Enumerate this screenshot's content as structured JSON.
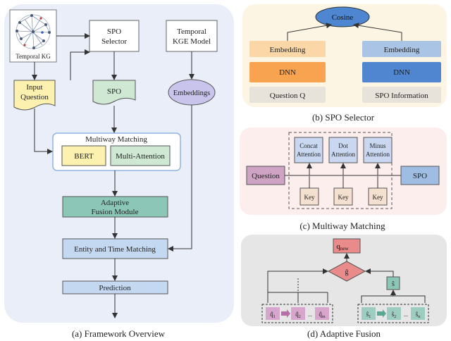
{
  "framework": {
    "kg_label": "Temporal KG",
    "spo_selector_l1": "SPO",
    "spo_selector_l2": "Selector",
    "kge_l1": "Temporal",
    "kge_l2": "KGE Model",
    "input_q_l1": "Input",
    "input_q_l2": "Question",
    "spo_doc": "SPO",
    "embeddings": "Embeddings",
    "multiway_title": "Multiway Matching",
    "bert": "BERT",
    "multi_attention": "Multi-Attention",
    "adaptive_l1": "Adaptive",
    "adaptive_l2": "Fusion Module",
    "entity_time": "Entity and Time Matching",
    "prediction": "Prediction",
    "caption": "(a) Framework Overview"
  },
  "spo_selector": {
    "cosine": "Cosine",
    "embedding_left": "Embedding",
    "embedding_right": "Embedding",
    "dnn_left": "DNN",
    "dnn_right": "DNN",
    "question": "Question Q",
    "spo_info": "SPO Information",
    "caption": "(b) SPO Selector"
  },
  "multiway": {
    "concat_l1": "Concat",
    "concat_l2": "Attention",
    "dot_l1": "Dot",
    "dot_l2": "Attention",
    "minus_l1": "Minus",
    "minus_l2": "Attention",
    "question": "Question",
    "spo": "SPO",
    "key": "Key",
    "caption": "(c) Multiway Matching"
  },
  "adaptive": {
    "q_new": "q",
    "q_new_sub": "new",
    "gate": "ĝ",
    "s_hat": "ŝ",
    "q1": "q̂",
    "q1_sub": "1",
    "q2": "q̂",
    "q2_sub": "2",
    "qm": "q̂",
    "qm_sub": "m",
    "s1": "ŝ",
    "s1_sub": "1",
    "s2": "ŝ",
    "s2_sub": "2",
    "sn": "ŝ",
    "sn_sub": "n",
    "dots": "...",
    "caption": "(d) Adaptive Fusion"
  },
  "colors": {
    "panel_a_bg": "#e9eef8",
    "panel_b_bg": "#fdf5e4",
    "panel_c_bg": "#fdeeee",
    "panel_d_bg": "#e6e6e6",
    "cosine": "#4e86d2",
    "emb_orange": "#fbd7a8",
    "dnn_orange": "#f7a34f",
    "emb_blue": "#a9c4e4",
    "dnn_blue": "#4f86cf",
    "question_box": "#e7e2da",
    "attention": "#c9d8f0",
    "question_purple": "#cfa3c4",
    "spo_blue": "#9fbde3",
    "key_box": "#f3e0cf",
    "yellow": "#fdf1b0",
    "green_doc": "#cfe8d4",
    "teal": "#8cc6b7",
    "light_blue_box": "#c5d8f1",
    "red_box": "#e98b8a",
    "lavender": "#c8c4ec",
    "q_item": "#d8a6cc",
    "s_item": "#9dcdc0"
  }
}
